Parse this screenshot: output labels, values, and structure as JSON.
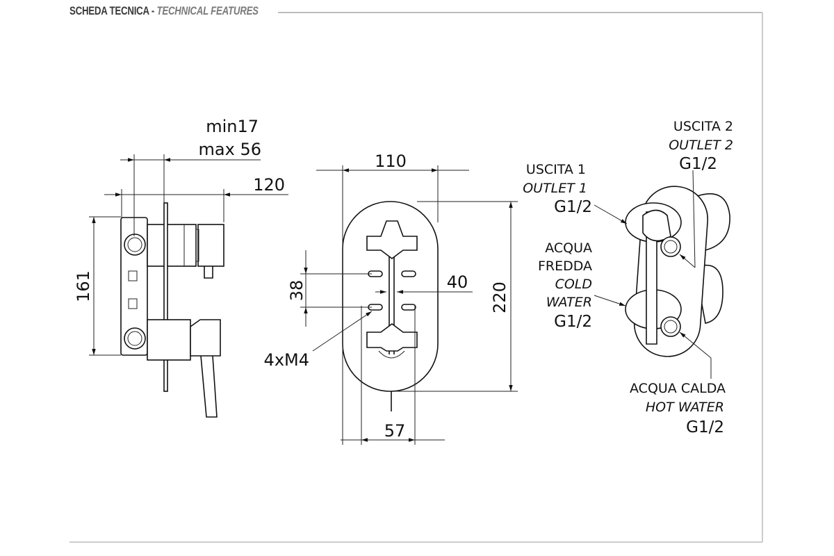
{
  "header": {
    "title_it": "SCHEDA TECNICA",
    "separator": "-",
    "title_en": "TECHNICAL FEATURES"
  },
  "side_view": {
    "dim_depth_min": "min17",
    "dim_depth_max": "max 56",
    "dim_length": "120",
    "dim_height": "161"
  },
  "front_view": {
    "dim_width": "110",
    "dim_height": "220",
    "dim_hole_spacing_v": "38",
    "dim_hole_spacing_h": "40",
    "dim_bottom": "57",
    "screws": "4xM4"
  },
  "iso_view": {
    "outlet2": {
      "it": "USCITA 2",
      "en": "OUTLET 2",
      "size": "G1/2"
    },
    "outlet1": {
      "it": "USCITA 1",
      "en": "OUTLET 1",
      "size": "G1/2"
    },
    "cold": {
      "it1": "ACQUA",
      "it2": "FREDDA",
      "en1": "COLD",
      "en2": "WATER",
      "size": "G1/2"
    },
    "hot": {
      "it": "ACQUA CALDA",
      "en": "HOT WATER",
      "size": "G1/2"
    }
  }
}
